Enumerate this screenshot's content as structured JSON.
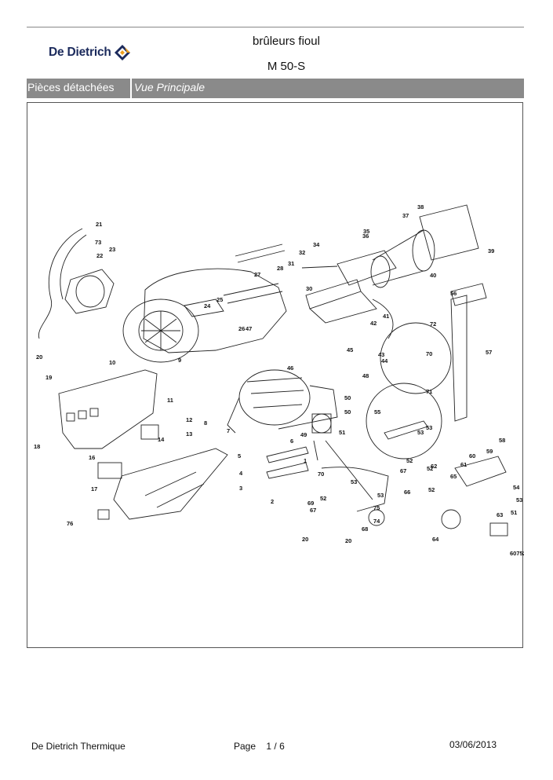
{
  "header": {
    "logo_text": "De Dietrich",
    "title": "brûleurs fioul",
    "model": "M 50-S"
  },
  "section": {
    "category": "Pièces détachées",
    "view": "Vue Principale"
  },
  "drawing": {
    "reference_code": "60752",
    "part_labels": [
      "1",
      "2",
      "3",
      "4",
      "5",
      "6",
      "7",
      "8",
      "9",
      "10",
      "11",
      "12",
      "13",
      "14",
      "16",
      "17",
      "18",
      "19",
      "20",
      "20",
      "20",
      "21",
      "22",
      "23",
      "24",
      "25",
      "26",
      "27",
      "28",
      "30",
      "31",
      "32",
      "34",
      "35",
      "36",
      "37",
      "38",
      "39",
      "40",
      "41",
      "42",
      "43",
      "44",
      "45",
      "46",
      "47",
      "48",
      "49",
      "50",
      "50",
      "51",
      "51",
      "52",
      "52",
      "52",
      "52",
      "53",
      "53",
      "53",
      "53",
      "53",
      "54",
      "55",
      "56",
      "57",
      "58",
      "59",
      "60",
      "61",
      "62",
      "63",
      "64",
      "65",
      "66",
      "67",
      "67",
      "68",
      "69",
      "70",
      "70",
      "71",
      "72",
      "73",
      "74",
      "75",
      "76"
    ]
  },
  "footer": {
    "company": "De Dietrich Thermique",
    "page_label": "Page",
    "page_number": "1",
    "page_separator": "/",
    "page_total": "6",
    "date": "03/06/2013"
  }
}
